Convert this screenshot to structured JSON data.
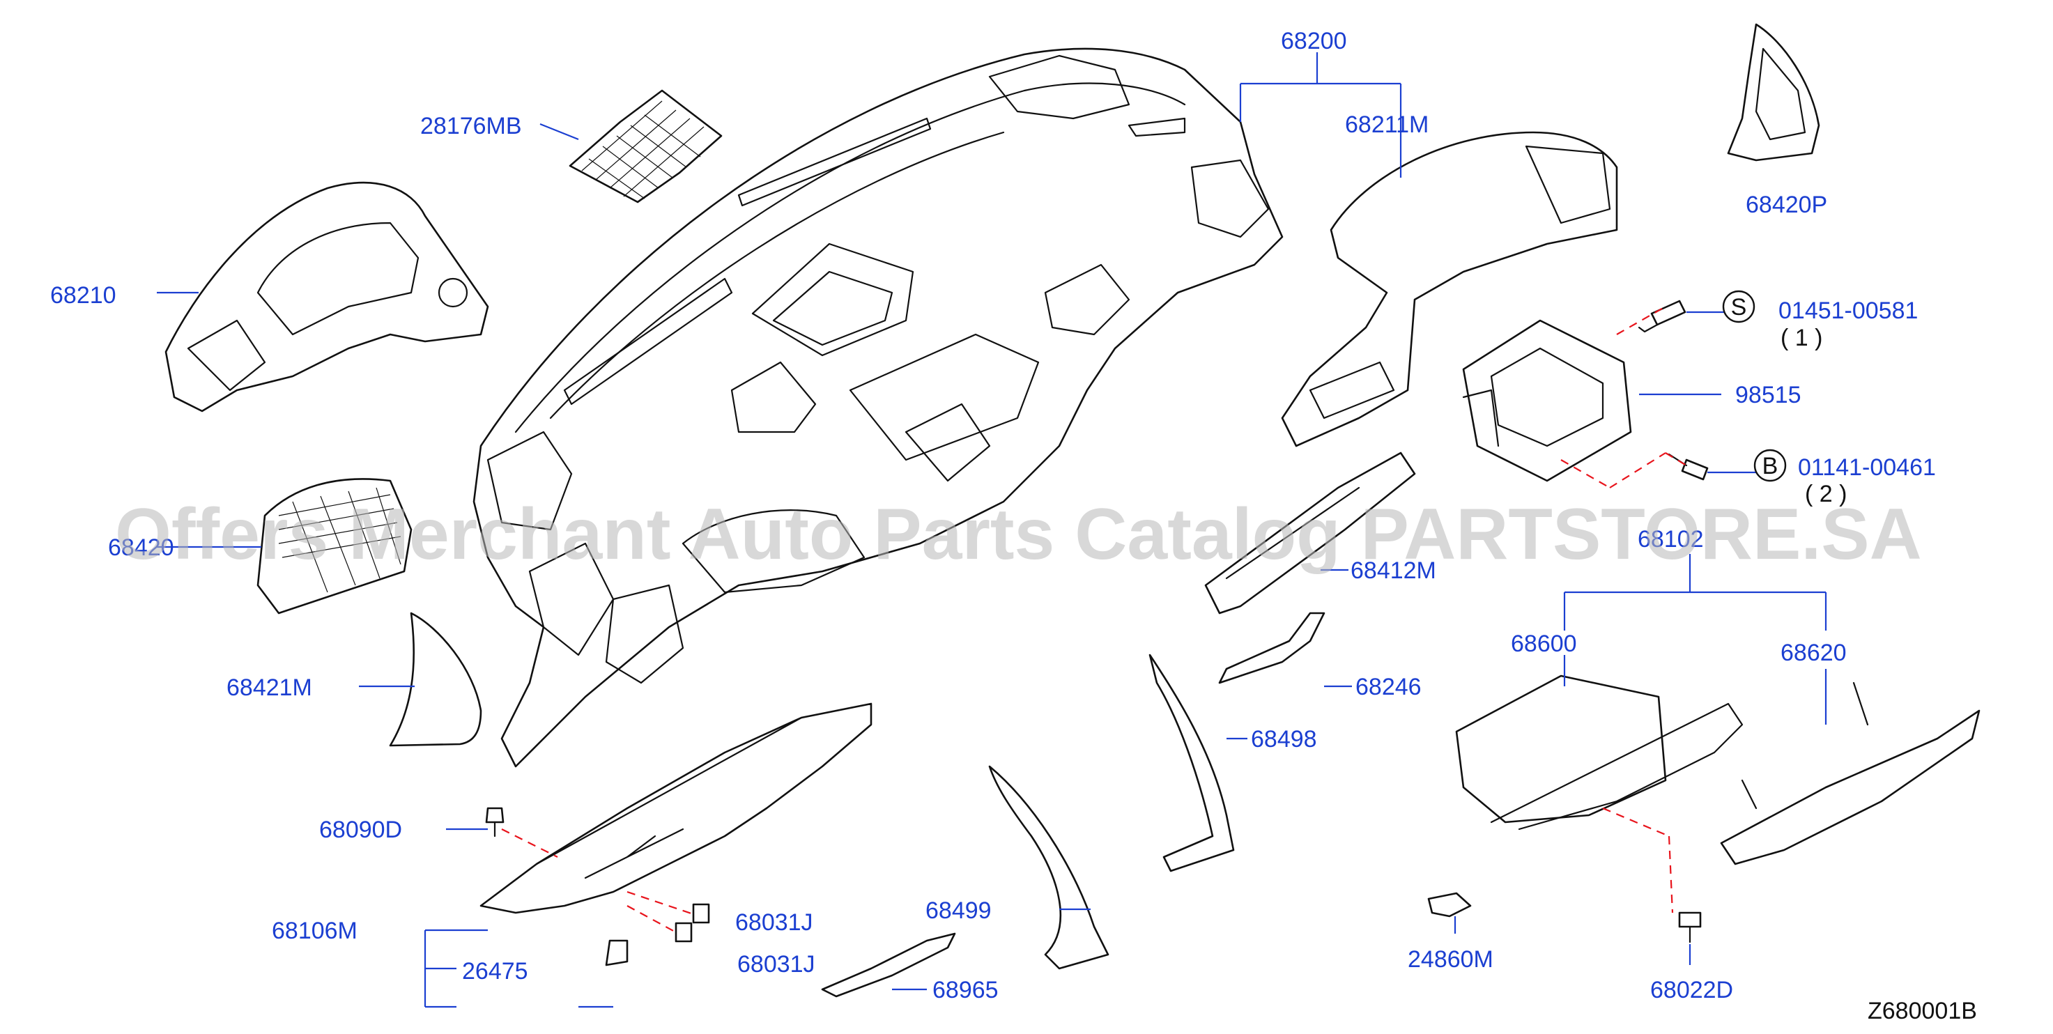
{
  "labels": {
    "p68200": "68200",
    "p68211M": "68211M",
    "p28176MB": "28176MB",
    "p68210": "68210",
    "p68420P": "68420P",
    "p01451": "01451-00581",
    "p01451_qty": "( 1 )",
    "p98515": "98515",
    "p01141": "01141-00461",
    "p01141_qty": "( 2 )",
    "p68420": "68420",
    "p68102": "68102",
    "p68412M": "68412M",
    "p68421M": "68421M",
    "p68246": "68246",
    "p68600": "68600",
    "p68620": "68620",
    "p68498": "68498",
    "p68090D": "68090D",
    "p68031J_a": "68031J",
    "p68031J_b": "68031J",
    "p68106M": "68106M",
    "p68499": "68499",
    "p26475": "26475",
    "p68965": "68965",
    "p24860M": "24860M",
    "p68022D": "68022D",
    "code": "Z680001B"
  },
  "symbols": {
    "screw_s": "S",
    "bolt_b": "B"
  },
  "watermark": "Offers Merchant Auto Parts Catalog PARTSTORE.SA",
  "colors": {
    "label": "#1b3fd1",
    "leader": "#1b3fd1",
    "dashed": "#e8141c",
    "line": "#111111",
    "watermark": "#b8b8b8"
  }
}
